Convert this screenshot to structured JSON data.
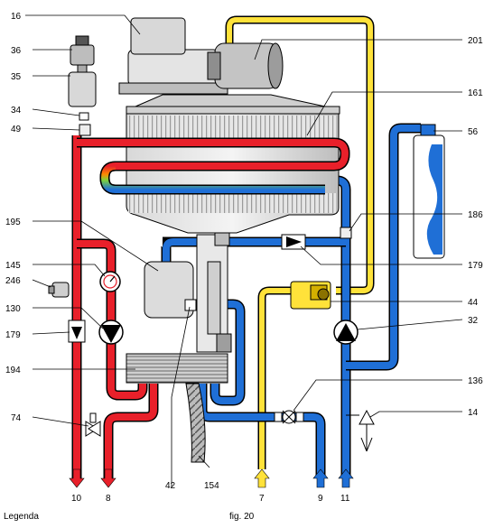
{
  "labels": {
    "l16": "16",
    "l36": "36",
    "l35": "35",
    "l34": "34",
    "l49": "49",
    "l195": "195",
    "l145": "145",
    "l246": "246",
    "l130": "130",
    "l179L": "179",
    "l194": "194",
    "l74": "74",
    "l201": "201",
    "l161": "161",
    "l56": "56",
    "l186": "186",
    "l179R": "179",
    "l44": "44",
    "l32": "32",
    "l136": "136",
    "l14": "14",
    "b10": "10",
    "b8": "8",
    "b42": "42",
    "b154": "154",
    "b7": "7",
    "b9": "9",
    "b11": "11"
  },
  "caption": {
    "legend": "Legenda",
    "fig": "fig. 20"
  },
  "colors": {
    "hot": "#e8202a",
    "cold": "#1f6fd6",
    "gas": "#ffe23a",
    "metal": "#c9c9c9",
    "metal_dark": "#8e8e8e",
    "outline": "#000000"
  }
}
